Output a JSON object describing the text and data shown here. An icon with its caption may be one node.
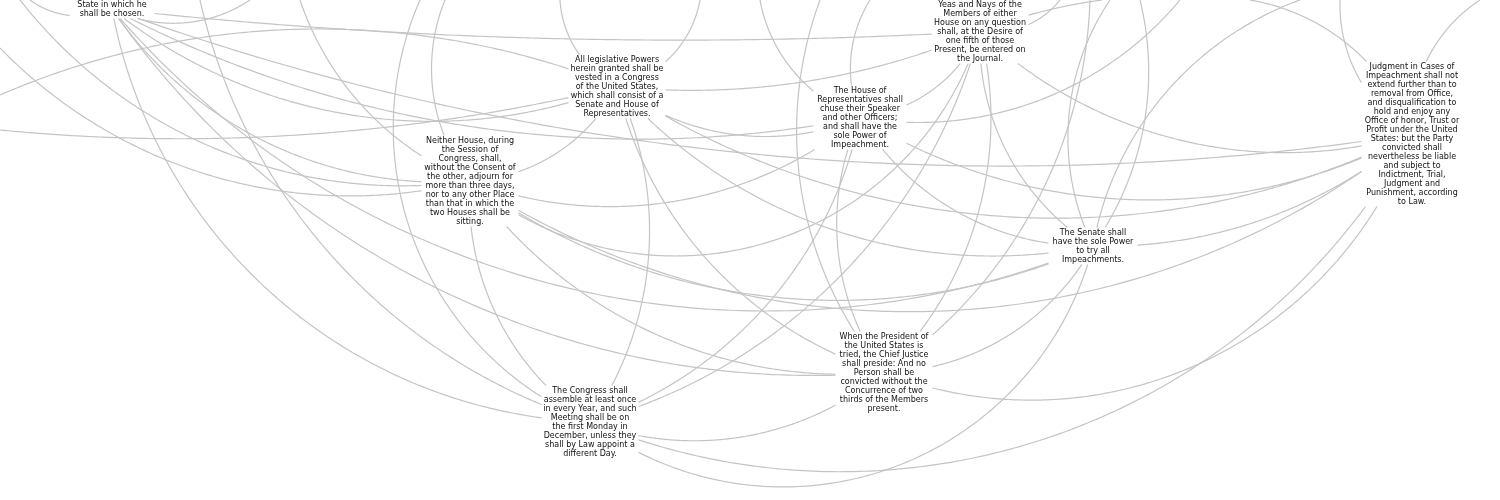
{
  "diagram": {
    "nodes": [
      {
        "text": [
          "State in which he shall be chosen."
        ]
      },
      {
        "text": [
          "Yeas and Nays of the Members of either House on any question shall, at the Desire of one fifth of those Present, be entered on the Journal."
        ]
      },
      {
        "text": [
          "All legislative Powers herein granted shall be vested in a Congress of the United States, which shall consist of a Senate and House of Representatives."
        ]
      },
      {
        "text": [
          "The House of Representatives shall chuse their Speaker and other Officers; and shall have the sole Power of Impeachment."
        ]
      },
      {
        "text": [
          "Judgment in Cases of Impeachment shall not extend further than to removal from Office, and disqualification to hold and enjoy any Office of honor, Trust or Profit under the United States: but the Party convicted shall nevertheless be liable and subject to Indictment, Trial, Judgment and Punishment, according to Law."
        ]
      },
      {
        "text": [
          "Neither House, during the Session of Congress, shall, without the Consent of the other, adjourn for more than three days, nor to any other Place than that in which the two Houses shall be sitting."
        ]
      },
      {
        "text": [
          "The Senate shall have the sole Power to try all Impeachments."
        ]
      },
      {
        "text": [
          "When the President of the United States is tried, the Chief Justice shall preside: And no Person shall be convicted without the Concurrence of two thirds of the Members present."
        ]
      },
      {
        "text": [
          "The Congress shall assemble at least once in every Year, and such Meeting shall be on the first Monday in December, unless they shall by Law appoint a different Day."
        ]
      }
    ],
    "edges": [
      {
        "from": 0,
        "to": 5,
        "arrow": "none"
      },
      {
        "from": 0,
        "to": 8,
        "arrow": "none"
      },
      {
        "from": 0,
        "to": 2,
        "arrow": "none"
      },
      {
        "from": 0,
        "to": 3,
        "arrow": "none"
      },
      {
        "from": 0,
        "to": 7,
        "arrow": "none"
      },
      {
        "from": 0,
        "to": 1,
        "arrow": "none"
      },
      {
        "from": 0,
        "to": 6,
        "arrow": "none"
      },
      {
        "from": 0,
        "to": 4,
        "arrow": "none"
      },
      {
        "from": 5,
        "to": 8,
        "arrow": "none"
      },
      {
        "from": 5,
        "to": 2,
        "arrow": "none"
      },
      {
        "from": 5,
        "to": 3,
        "arrow": "none"
      },
      {
        "from": 5,
        "to": 7,
        "arrow": "none"
      },
      {
        "from": 5,
        "to": 1,
        "arrow": "none"
      },
      {
        "from": 5,
        "to": 6,
        "arrow": "none"
      },
      {
        "from": 5,
        "to": 4,
        "arrow": "none"
      },
      {
        "from": 8,
        "to": 2,
        "arrow": "none"
      },
      {
        "from": 8,
        "to": 3,
        "arrow": "none"
      },
      {
        "from": 8,
        "to": 7,
        "arrow": "none"
      },
      {
        "from": 8,
        "to": 1,
        "arrow": "none"
      },
      {
        "from": 8,
        "to": 6,
        "arrow": "none"
      },
      {
        "from": 8,
        "to": 4,
        "arrow": "none"
      },
      {
        "from": 2,
        "to": 3,
        "arrow": "none"
      },
      {
        "from": 2,
        "to": 7,
        "arrow": "none"
      },
      {
        "from": 2,
        "to": 1,
        "arrow": "none"
      },
      {
        "from": 2,
        "to": 6,
        "arrow": "none"
      },
      {
        "from": 2,
        "to": 4,
        "arrow": "none"
      },
      {
        "from": 3,
        "to": 7,
        "arrow": "none"
      },
      {
        "from": 3,
        "to": 1,
        "arrow": "none"
      },
      {
        "from": 3,
        "to": 6,
        "arrow": "none"
      },
      {
        "from": 3,
        "to": 4,
        "arrow": "none"
      },
      {
        "from": 7,
        "to": 1,
        "arrow": "none"
      },
      {
        "from": 7,
        "to": 6,
        "arrow": "none"
      },
      {
        "from": 7,
        "to": 4,
        "arrow": "none"
      },
      {
        "from": 1,
        "to": 6,
        "arrow": "none"
      },
      {
        "from": 1,
        "to": 4,
        "arrow": "none"
      },
      {
        "from": 6,
        "to": 4,
        "arrow": "none"
      },
      {
        "from": null,
        "to": 5,
        "arrow": "none"
      },
      {
        "from": null,
        "to": 5,
        "arrow": "none"
      },
      {
        "from": null,
        "to": 5,
        "arrow": "none"
      },
      {
        "from": null,
        "to": 5,
        "arrow": "none"
      },
      {
        "from": null,
        "to": 2,
        "arrow": "none"
      },
      {
        "from": null,
        "to": 2,
        "arrow": "none"
      },
      {
        "from": null,
        "to": 2,
        "arrow": "none"
      },
      {
        "from": null,
        "to": 2,
        "arrow": "none"
      },
      {
        "from": null,
        "to": 3,
        "arrow": "none"
      },
      {
        "from": null,
        "to": 3,
        "arrow": "none"
      },
      {
        "from": null,
        "to": 3,
        "arrow": "none"
      },
      {
        "from": null,
        "to": 1,
        "arrow": "none"
      },
      {
        "from": null,
        "to": 1,
        "arrow": "none"
      },
      {
        "from": null,
        "to": 6,
        "arrow": "none"
      },
      {
        "from": null,
        "to": 6,
        "arrow": "none"
      },
      {
        "from": null,
        "to": 6,
        "arrow": "none"
      },
      {
        "from": null,
        "to": 4,
        "arrow": "none"
      },
      {
        "from": null,
        "to": 4,
        "arrow": "none"
      },
      {
        "from": null,
        "to": 4,
        "arrow": "none"
      },
      {
        "from": null,
        "to": 8,
        "arrow": "none"
      },
      {
        "from": null,
        "to": 8,
        "arrow": "none"
      },
      {
        "from": null,
        "to": 7,
        "arrow": "none"
      },
      {
        "from": null,
        "to": 7,
        "arrow": "none"
      },
      {
        "from": null,
        "to": 0,
        "arrow": "none"
      },
      {
        "from": null,
        "to": 0,
        "arrow": "none"
      }
    ]
  }
}
